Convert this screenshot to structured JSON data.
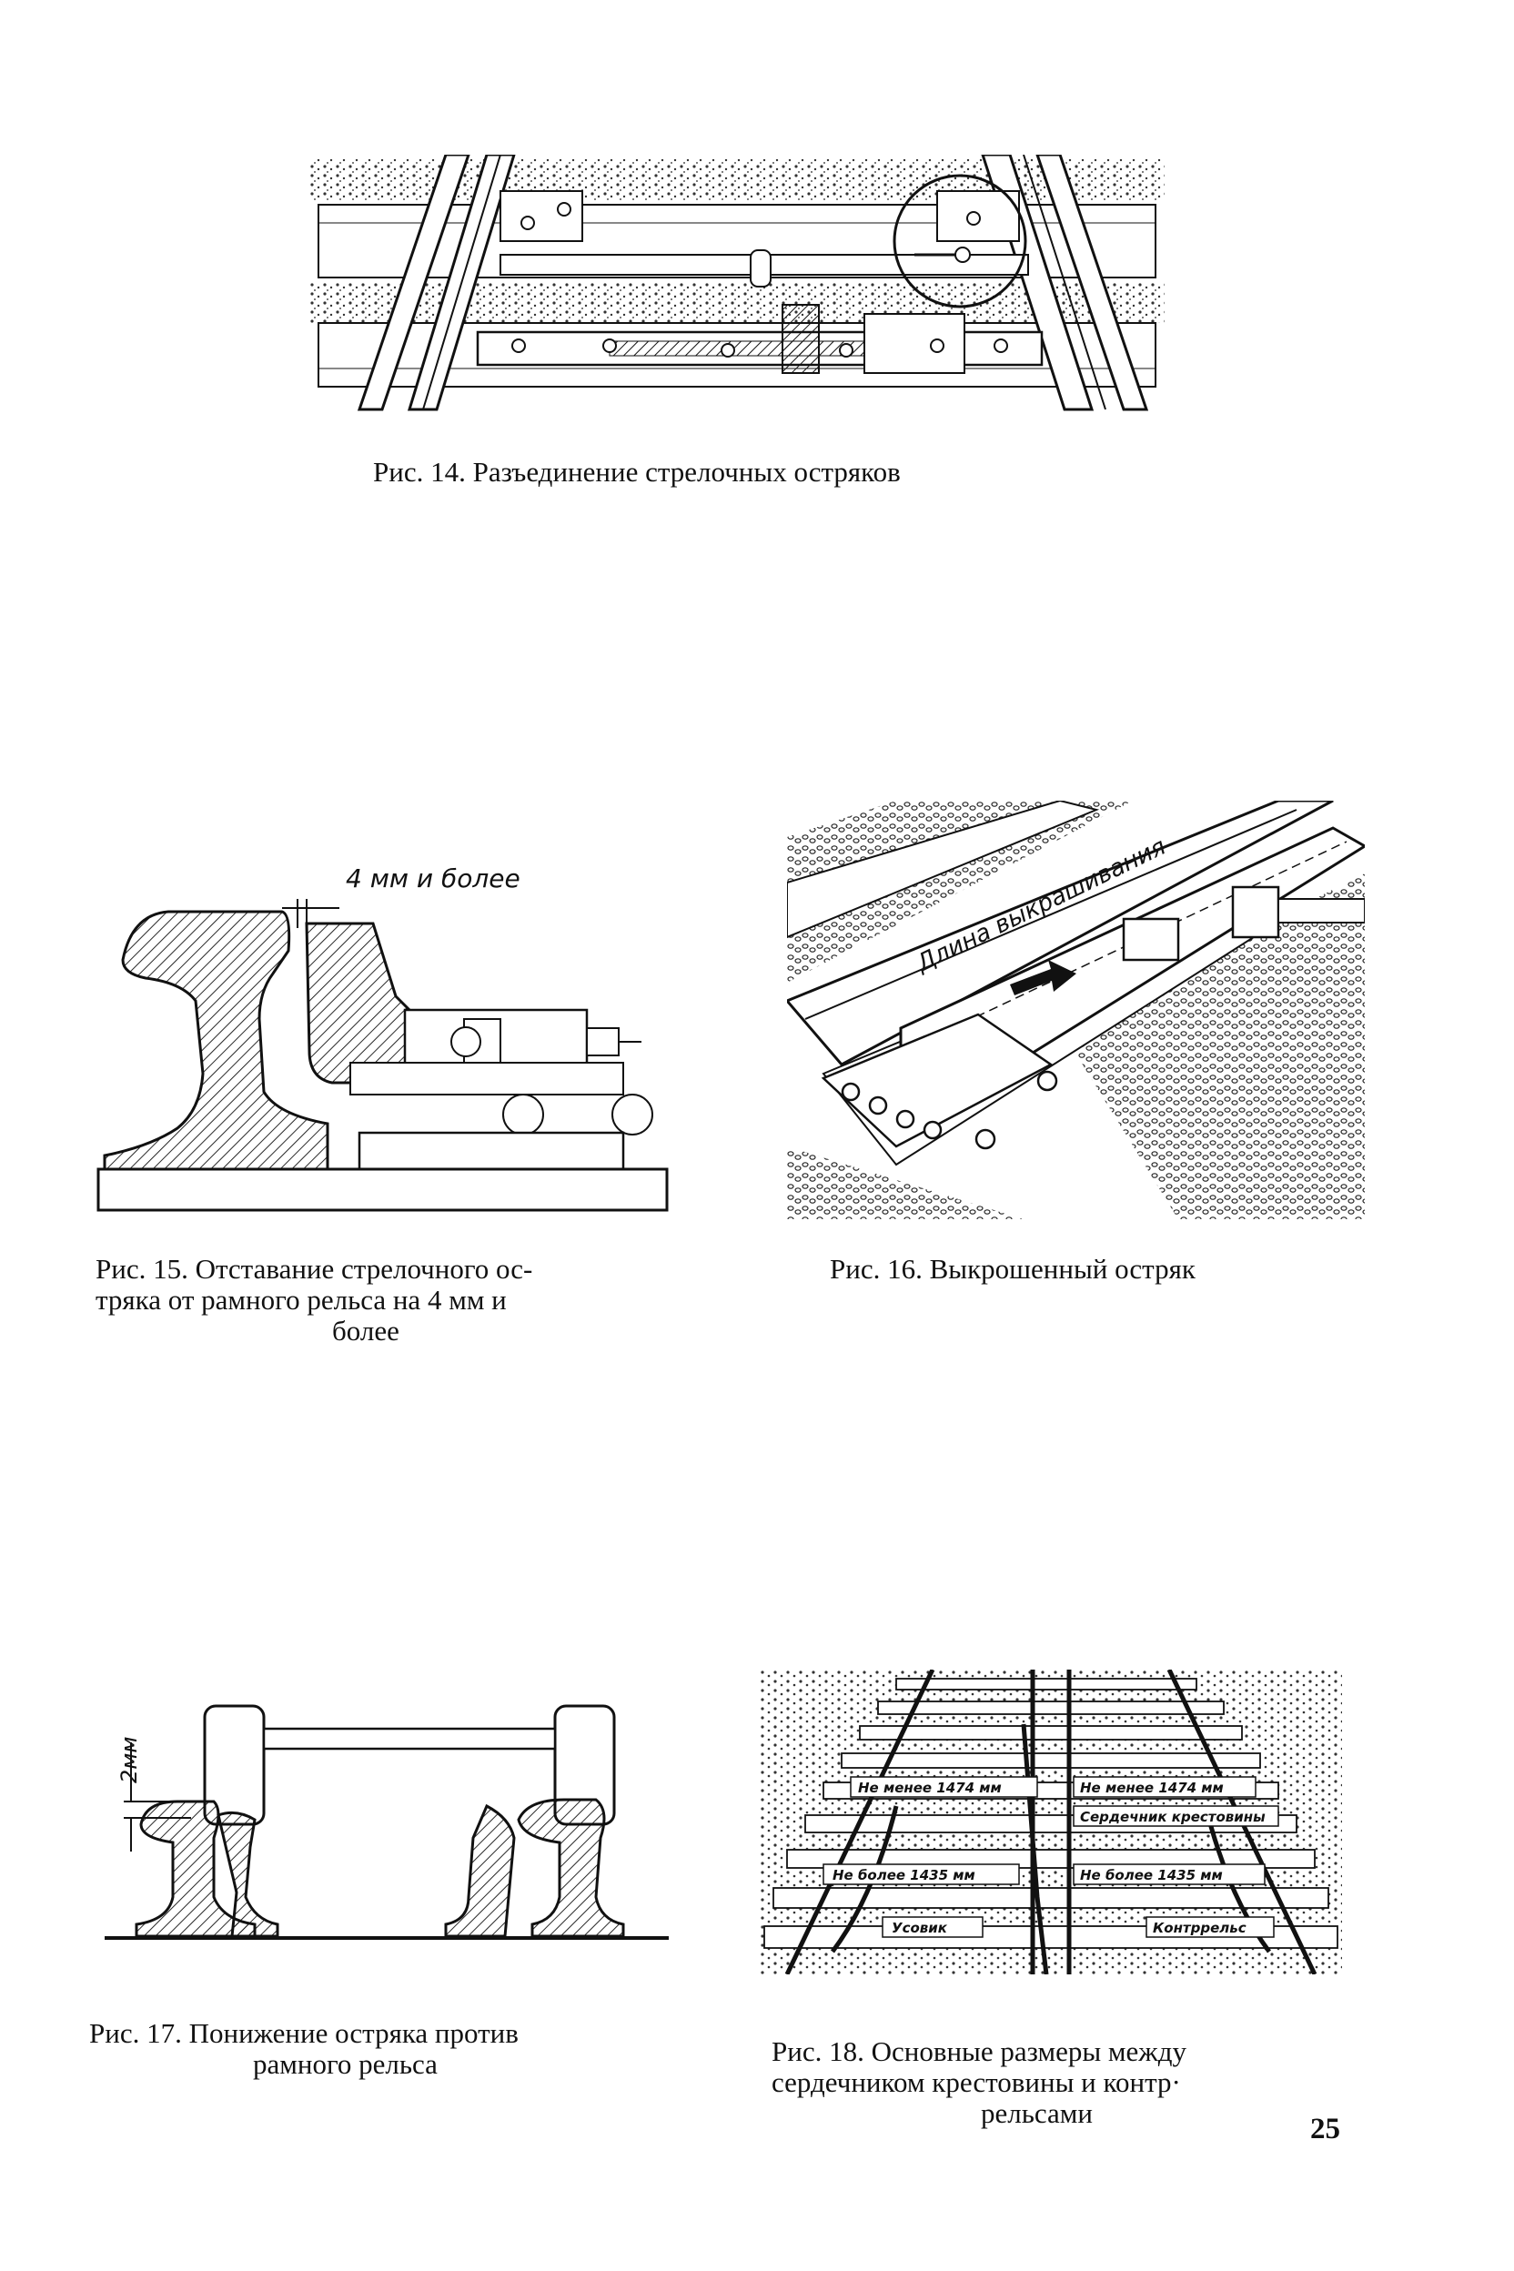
{
  "page_number": "25",
  "figures": [
    {
      "id": "fig14",
      "caption": [
        "Рис. 14. Разъединение  стрелочных  остряков"
      ]
    },
    {
      "id": "fig15",
      "label": "4 мм и более",
      "caption": [
        "Рис. 15. Отставание стрелочного ос-",
        "тряка от рамного рельса на 4 мм и",
        "более"
      ]
    },
    {
      "id": "fig16",
      "label": "Длина выкрашивания",
      "caption": [
        "Рис. 16. Выкрошенный  остряк"
      ]
    },
    {
      "id": "fig17",
      "label": "2мм",
      "caption": [
        "Рис. 17. Понижение остряка против",
        "рамного рельса"
      ]
    },
    {
      "id": "fig18",
      "labels": {
        "min_left": "Не менее 1474 мм",
        "min_right": "Не менее 1474 мм",
        "core": "Сердечник крестовины",
        "max_left": "Не более 1435 мм",
        "max_right": "Не более 1435 мм",
        "wing": "Усовик",
        "guard": "Контррельс"
      },
      "caption": [
        "Рис. 18. Основные размеры  между",
        "сердечником  крестовины  и  контр·",
        "рельсами"
      ]
    }
  ]
}
